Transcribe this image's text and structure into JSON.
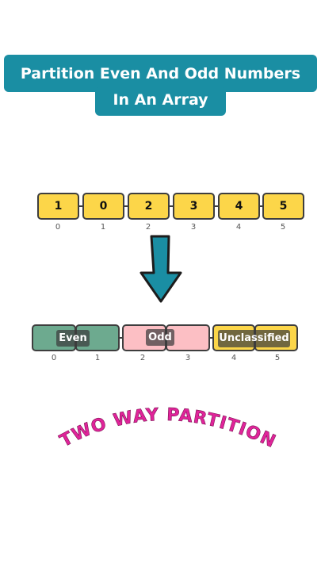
{
  "title": {
    "line1": "Partition Even And Odd Numbers",
    "line2": "In An Array"
  },
  "input_array": {
    "values": [
      "1",
      "0",
      "2",
      "3",
      "4",
      "5"
    ],
    "indices": [
      "0",
      "1",
      "2",
      "3",
      "4",
      "5"
    ],
    "fill": "#fcd649"
  },
  "output_array": {
    "indices": [
      "0",
      "1",
      "2",
      "3",
      "4",
      "5"
    ],
    "groups": {
      "even": {
        "label": "Even",
        "color": "#6daa8f"
      },
      "odd": {
        "label": "Odd",
        "color": "#fcbfc4"
      },
      "unclassified": {
        "label": "Unclassified",
        "color": "#fcd649"
      }
    }
  },
  "arrow": {
    "icon": "down-arrow-icon",
    "color": "#1a8ea3"
  },
  "footer": {
    "text": "TWO WAY PARTITION",
    "color": "#e0249a"
  }
}
